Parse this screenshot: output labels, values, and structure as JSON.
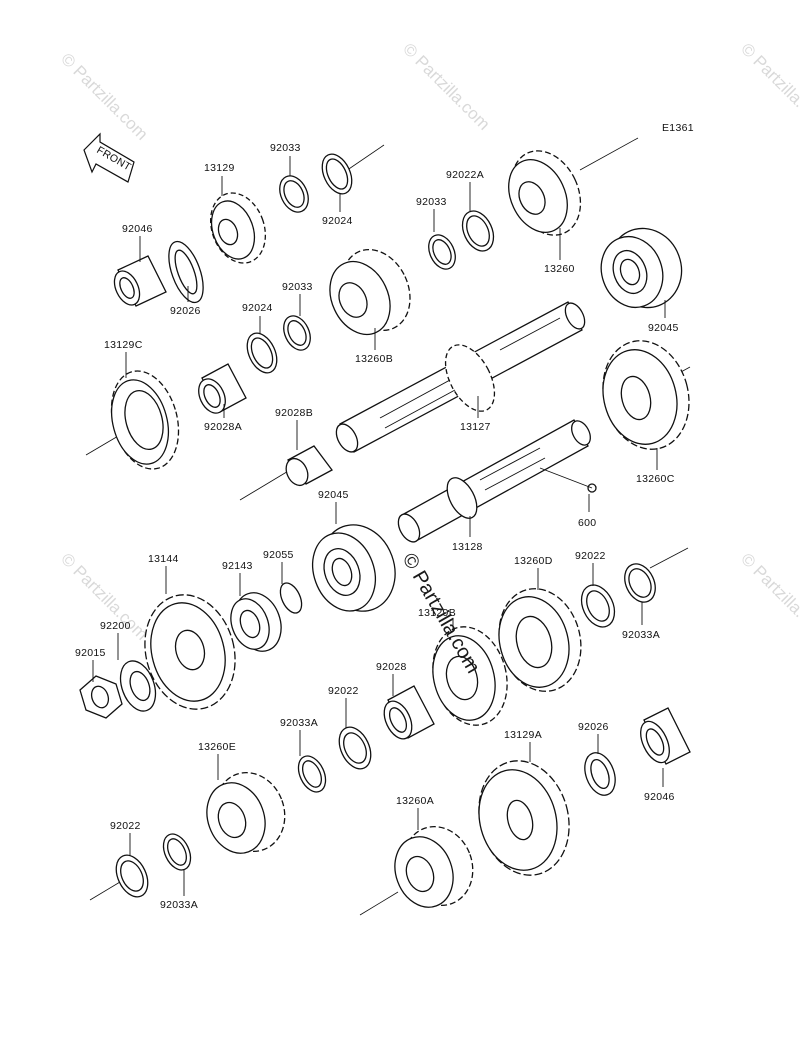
{
  "diagram": {
    "code": "E1361",
    "front_label": "FRONT",
    "watermark": "© Partzilla.com",
    "parts": [
      {
        "id": "p13129",
        "label": "13129"
      },
      {
        "id": "p92033a",
        "label": "92033"
      },
      {
        "id": "p92024a",
        "label": "92024"
      },
      {
        "id": "p92046a",
        "label": "92046"
      },
      {
        "id": "p92026a",
        "label": "92026"
      },
      {
        "id": "p92033b",
        "label": "92033"
      },
      {
        "id": "p92022a",
        "label": "92022A"
      },
      {
        "id": "p13260",
        "label": "13260"
      },
      {
        "id": "p92024b",
        "label": "92024"
      },
      {
        "id": "p92033c",
        "label": "92033"
      },
      {
        "id": "p13260b",
        "label": "13260B"
      },
      {
        "id": "p92045a",
        "label": "92045"
      },
      {
        "id": "p13129c",
        "label": "13129C"
      },
      {
        "id": "p92028a",
        "label": "92028A"
      },
      {
        "id": "p92028b",
        "label": "92028B"
      },
      {
        "id": "p13127",
        "label": "13127"
      },
      {
        "id": "p13260c",
        "label": "13260C"
      },
      {
        "id": "p92045b",
        "label": "92045"
      },
      {
        "id": "p600",
        "label": "600"
      },
      {
        "id": "p13128",
        "label": "13128"
      },
      {
        "id": "p13144",
        "label": "13144"
      },
      {
        "id": "p92055",
        "label": "92055"
      },
      {
        "id": "p92143",
        "label": "92143"
      },
      {
        "id": "p13260d",
        "label": "13260D"
      },
      {
        "id": "p92022b",
        "label": "92022"
      },
      {
        "id": "p92200",
        "label": "92200"
      },
      {
        "id": "p92015",
        "label": "92015"
      },
      {
        "id": "p13129b",
        "label": "13129B"
      },
      {
        "id": "p92033ab",
        "label": "92033A"
      },
      {
        "id": "p92028",
        "label": "92028"
      },
      {
        "id": "p92022c",
        "label": "92022"
      },
      {
        "id": "p92033ac",
        "label": "92033A"
      },
      {
        "id": "p13260e",
        "label": "13260E"
      },
      {
        "id": "p13129a",
        "label": "13129A"
      },
      {
        "id": "p92026b",
        "label": "92026"
      },
      {
        "id": "p92046b",
        "label": "92046"
      },
      {
        "id": "p92022d",
        "label": "92022"
      },
      {
        "id": "p13260a",
        "label": "13260A"
      },
      {
        "id": "p92033ad",
        "label": "92033A"
      }
    ]
  }
}
